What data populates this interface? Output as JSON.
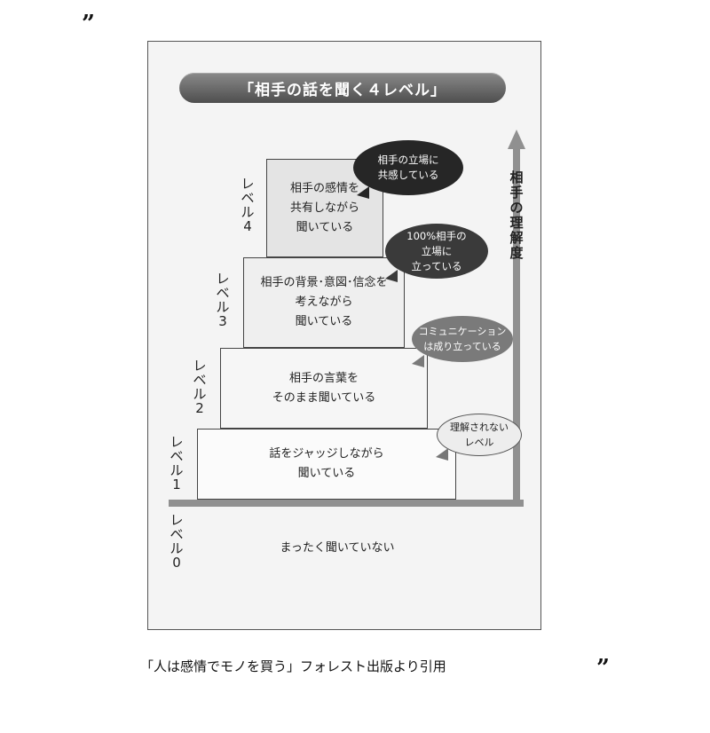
{
  "quotes": {
    "open": "”",
    "close": "”"
  },
  "title": "「相手の話を聞く４レベル」",
  "axis_label": "相手の理解度",
  "levels": [
    {
      "label": "レベル0",
      "text": "まったく聞いていない"
    },
    {
      "label": "レベル1",
      "text": "話をジャッジしながら\n聞いている",
      "bubble": "理解されない\nレベル"
    },
    {
      "label": "レベル2",
      "text": "相手の言葉を\nそのまま聞いている",
      "bubble": "コミュニケーション\nは成り立っている"
    },
    {
      "label": "レベル3",
      "text": "相手の背景･意図･信念を\n考えながら\n聞いている",
      "bubble": "100%相手の\n立場に\n立っている"
    },
    {
      "label": "レベル4",
      "text": "相手の感情を\n共有しながら\n聞いている",
      "bubble": "相手の立場に\n共感している"
    }
  ],
  "colors": {
    "pill": "#5a5a5a",
    "axis": "#909090",
    "bubble_dark": "#262626"
  },
  "caption": "「人は感情でモノを買う」フォレスト出版より引用"
}
